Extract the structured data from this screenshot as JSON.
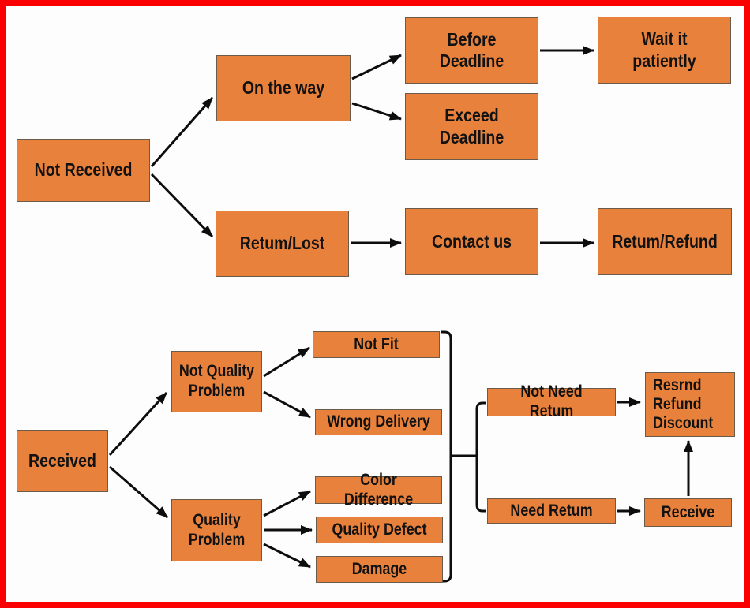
{
  "title": "Order delivery and return decision flowchart",
  "colors": {
    "box_fill": "#E8813C",
    "box_border": "#6B5B4B",
    "frame_red": "#FB0000",
    "line_color": "#0D0D0D",
    "text_color": "#121212",
    "bg": "#FDFDFD"
  },
  "nodes": {
    "not_received": {
      "label": "Not Received"
    },
    "on_the_way": {
      "label": "On the way"
    },
    "return_lost": {
      "label": "Retum/Lost"
    },
    "before_deadline": {
      "label": "Before Deadline"
    },
    "wait_it_patiently": {
      "label": "Wait it patiently"
    },
    "exceed_deadline": {
      "label": "Exceed Deadline"
    },
    "contact_us": {
      "label": "Contact us"
    },
    "return_refund": {
      "label": "Retum/Refund"
    },
    "received": {
      "label": "Received"
    },
    "not_quality_problem": {
      "label": "Not Quality Problem"
    },
    "quality_problem": {
      "label": "Quality Problem"
    },
    "not_fit": {
      "label": "Not Fit"
    },
    "wrong_delivery": {
      "label": "Wrong Delivery"
    },
    "color_difference": {
      "label": "Color Difference"
    },
    "quality_defect": {
      "label": "Quality Defect"
    },
    "damage": {
      "label": "Damage"
    },
    "not_need_return": {
      "label": "Not Need Retum"
    },
    "resrnd_refund_discount": {
      "label": "Resrnd Refund Discount"
    },
    "need_return": {
      "label": "Need Retum"
    },
    "receive": {
      "label": "Receive"
    }
  },
  "groups": {
    "received_outcomes": [
      "not_fit",
      "wrong_delivery",
      "color_difference",
      "quality_defect",
      "damage"
    ]
  },
  "edges": [
    {
      "from": "not_received",
      "to": "on_the_way"
    },
    {
      "from": "not_received",
      "to": "return_lost"
    },
    {
      "from": "on_the_way",
      "to": "before_deadline"
    },
    {
      "from": "on_the_way",
      "to": "exceed_deadline"
    },
    {
      "from": "before_deadline",
      "to": "wait_it_patiently"
    },
    {
      "from": "return_lost",
      "to": "contact_us"
    },
    {
      "from": "contact_us",
      "to": "return_refund"
    },
    {
      "from": "received",
      "to": "not_quality_problem"
    },
    {
      "from": "received",
      "to": "quality_problem"
    },
    {
      "from": "not_quality_problem",
      "to": "not_fit"
    },
    {
      "from": "not_quality_problem",
      "to": "wrong_delivery"
    },
    {
      "from": "quality_problem",
      "to": "color_difference"
    },
    {
      "from": "quality_problem",
      "to": "quality_defect"
    },
    {
      "from": "quality_problem",
      "to": "damage"
    },
    {
      "from": "received_outcomes",
      "to": "not_need_return"
    },
    {
      "from": "received_outcomes",
      "to": "need_return"
    },
    {
      "from": "not_need_return",
      "to": "resrnd_refund_discount"
    },
    {
      "from": "need_return",
      "to": "receive"
    },
    {
      "from": "receive",
      "to": "resrnd_refund_discount"
    }
  ]
}
